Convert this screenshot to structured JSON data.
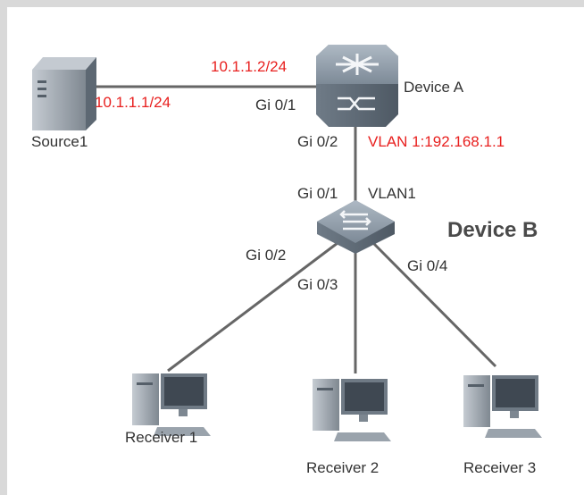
{
  "colors": {
    "ip_red": "#e8201f",
    "link": "#666666",
    "text": "#333333"
  },
  "devices": {
    "source": {
      "label": "Source1",
      "icon": "server-icon"
    },
    "device_a": {
      "label": "Device A",
      "icon": "router-icon"
    },
    "device_b": {
      "label": "Device B",
      "icon": "switch-icon"
    },
    "receivers": [
      {
        "label": "Receiver 1",
        "icon": "computer-icon"
      },
      {
        "label": "Receiver 2",
        "icon": "computer-icon"
      },
      {
        "label": "Receiver 3",
        "icon": "computer-icon"
      }
    ]
  },
  "labels": {
    "a_ip": "10.1.1.2/24",
    "source_ip": "10.1.1.1/24",
    "a_port_source": "Gi 0/1",
    "a_port_down": "Gi 0/2",
    "a_vlan": "VLAN 1:192.168.1.1",
    "b_port_up": "Gi 0/1",
    "b_vlan": "VLAN1",
    "b_port_r1": "Gi 0/2",
    "b_port_r2": "Gi 0/3",
    "b_port_r3": "Gi 0/4"
  }
}
